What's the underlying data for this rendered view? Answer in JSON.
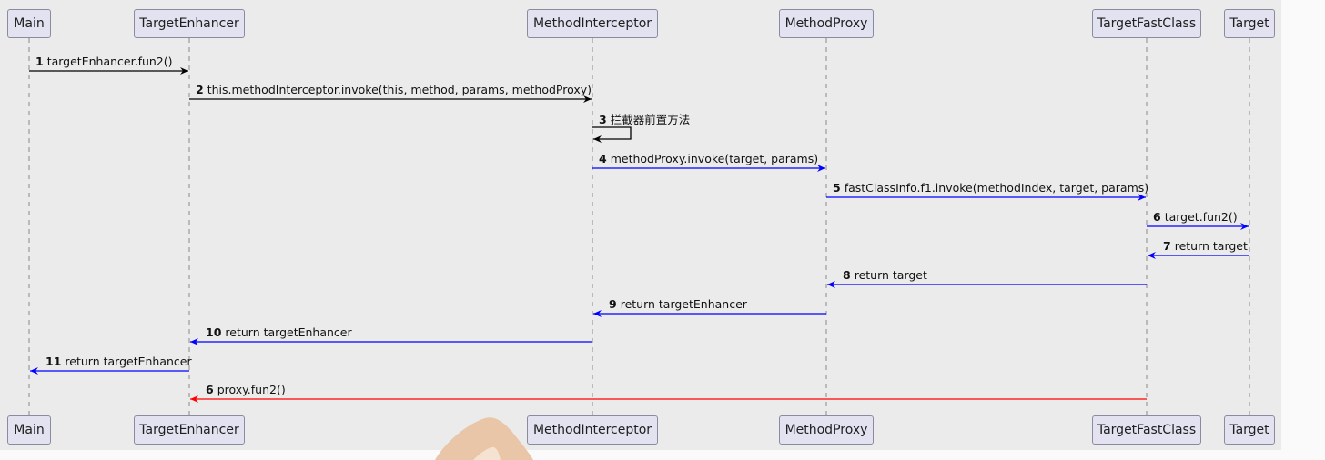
{
  "participants": [
    {
      "id": "main",
      "name": "Main"
    },
    {
      "id": "targetEnhancer",
      "name": "TargetEnhancer"
    },
    {
      "id": "methodInterceptor",
      "name": "MethodInterceptor"
    },
    {
      "id": "methodProxy",
      "name": "MethodProxy"
    },
    {
      "id": "targetFastClass",
      "name": "TargetFastClass"
    },
    {
      "id": "target",
      "name": "Target"
    }
  ],
  "messages": [
    {
      "num": "1",
      "text": "targetEnhancer.fun2()",
      "from": "main",
      "to": "targetEnhancer",
      "color": "#000000"
    },
    {
      "num": "2",
      "text": "this.methodInterceptor.invoke(this, method, params, methodProxy)",
      "from": "targetEnhancer",
      "to": "methodInterceptor",
      "color": "#000000"
    },
    {
      "num": "3",
      "text": "拦截器前置方法",
      "from": "methodInterceptor",
      "to": "methodInterceptor",
      "color": "#000000"
    },
    {
      "num": "4",
      "text": "methodProxy.invoke(target, params)",
      "from": "methodInterceptor",
      "to": "methodProxy",
      "color": "#0000ff"
    },
    {
      "num": "5",
      "text": "fastClassInfo.f1.invoke(methodIndex, target, params)",
      "from": "methodProxy",
      "to": "targetFastClass",
      "color": "#0000ff"
    },
    {
      "num": "6",
      "text": "target.fun2()",
      "from": "targetFastClass",
      "to": "target",
      "color": "#0000ff"
    },
    {
      "num": "7",
      "text": "return target",
      "from": "target",
      "to": "targetFastClass",
      "color": "#0000ff"
    },
    {
      "num": "8",
      "text": "return target",
      "from": "targetFastClass",
      "to": "methodProxy",
      "color": "#0000ff"
    },
    {
      "num": "9",
      "text": "return targetEnhancer",
      "from": "methodProxy",
      "to": "methodInterceptor",
      "color": "#0000ff"
    },
    {
      "num": "10",
      "text": "return targetEnhancer",
      "from": "methodInterceptor",
      "to": "targetEnhancer",
      "color": "#0000ff"
    },
    {
      "num": "11",
      "text": "return targetEnhancer",
      "from": "targetEnhancer",
      "to": "main",
      "color": "#0000ff"
    },
    {
      "num": "6",
      "text": "proxy.fun2()",
      "from": "targetFastClass",
      "to": "targetEnhancer",
      "color": "#ff0000"
    }
  ]
}
